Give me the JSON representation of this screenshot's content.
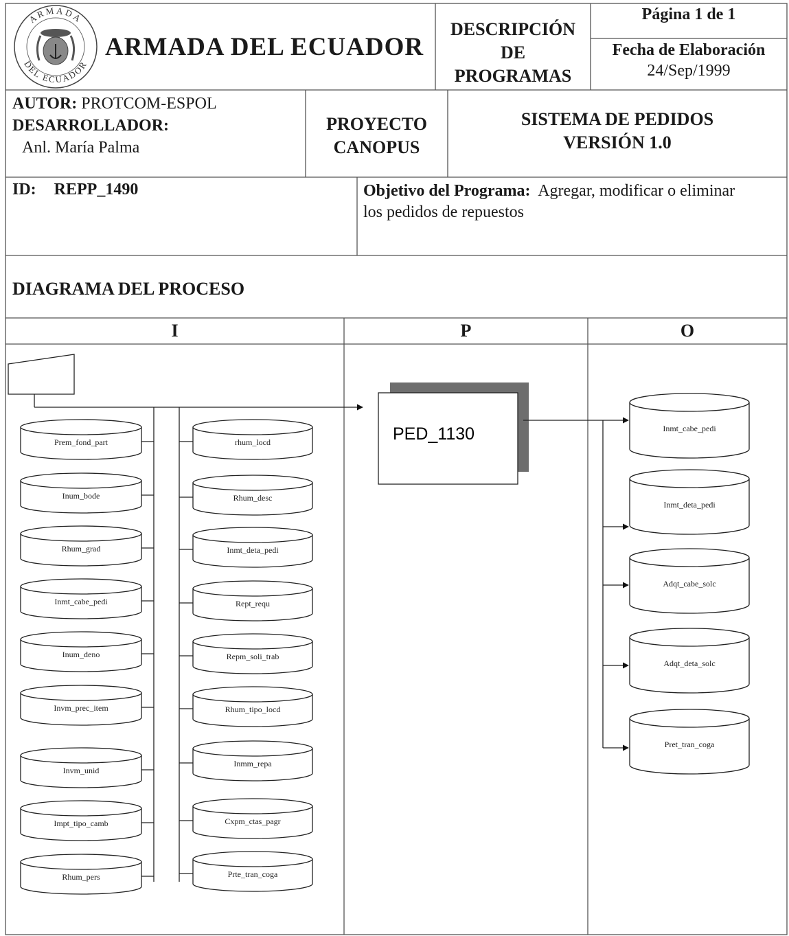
{
  "header": {
    "organization": "ARMADA DEL ECUADOR",
    "seal_text_top": "ARMADA",
    "seal_text_bottom": "DEL ECUADOR",
    "doc_type_line1": "DESCRIPCIÓN",
    "doc_type_line2": "DE",
    "doc_type_line3": "PROGRAMAS",
    "page": "Página 1 de 1",
    "date_label": "Fecha de Elaboración",
    "date_value": "24/Sep/1999"
  },
  "info": {
    "author_label": "AUTOR:",
    "author_value": "PROTCOM-ESPOL",
    "developer_label": "DESARROLLADOR:",
    "developer_value": "Anl. María Palma",
    "project_line1": "PROYECTO",
    "project_line2": "CANOPUS",
    "system_line1": "SISTEMA DE PEDIDOS",
    "system_line2": "VERSIÓN 1.0"
  },
  "program": {
    "id_label": "ID:",
    "id_value": "REPP_1490",
    "objective_label": "Objetivo del Programa:",
    "objective_line1": "Agregar, modificar o eliminar",
    "objective_line2": "los pedidos de repuestos"
  },
  "diagram": {
    "title": "DIAGRAMA DEL PROCESO",
    "col_input": "I",
    "col_process": "P",
    "col_output": "O",
    "process_name": "PED_1130",
    "inputs_left": [
      "Prem_fond_part",
      "Inum_bode",
      "Rhum_grad",
      "Inmt_cabe_pedi",
      "Inum_deno",
      "Invm_prec_item",
      "Invm_unid",
      "Impt_tipo_camb",
      "Rhum_pers"
    ],
    "inputs_right": [
      "rhum_locd",
      "Rhum_desc",
      "Inmt_deta_pedi",
      "Rept_requ",
      "Repm_soli_trab",
      "Rhum_tipo_locd",
      "Inmm_repa",
      "Cxpm_ctas_pagr",
      "Prte_tran_coga"
    ],
    "outputs": [
      "Inmt_cabe_pedi",
      "Inmt_deta_pedi",
      "Adqt_cabe_solc",
      "Adqt_deta_solc",
      "Pret_tran_coga"
    ]
  }
}
